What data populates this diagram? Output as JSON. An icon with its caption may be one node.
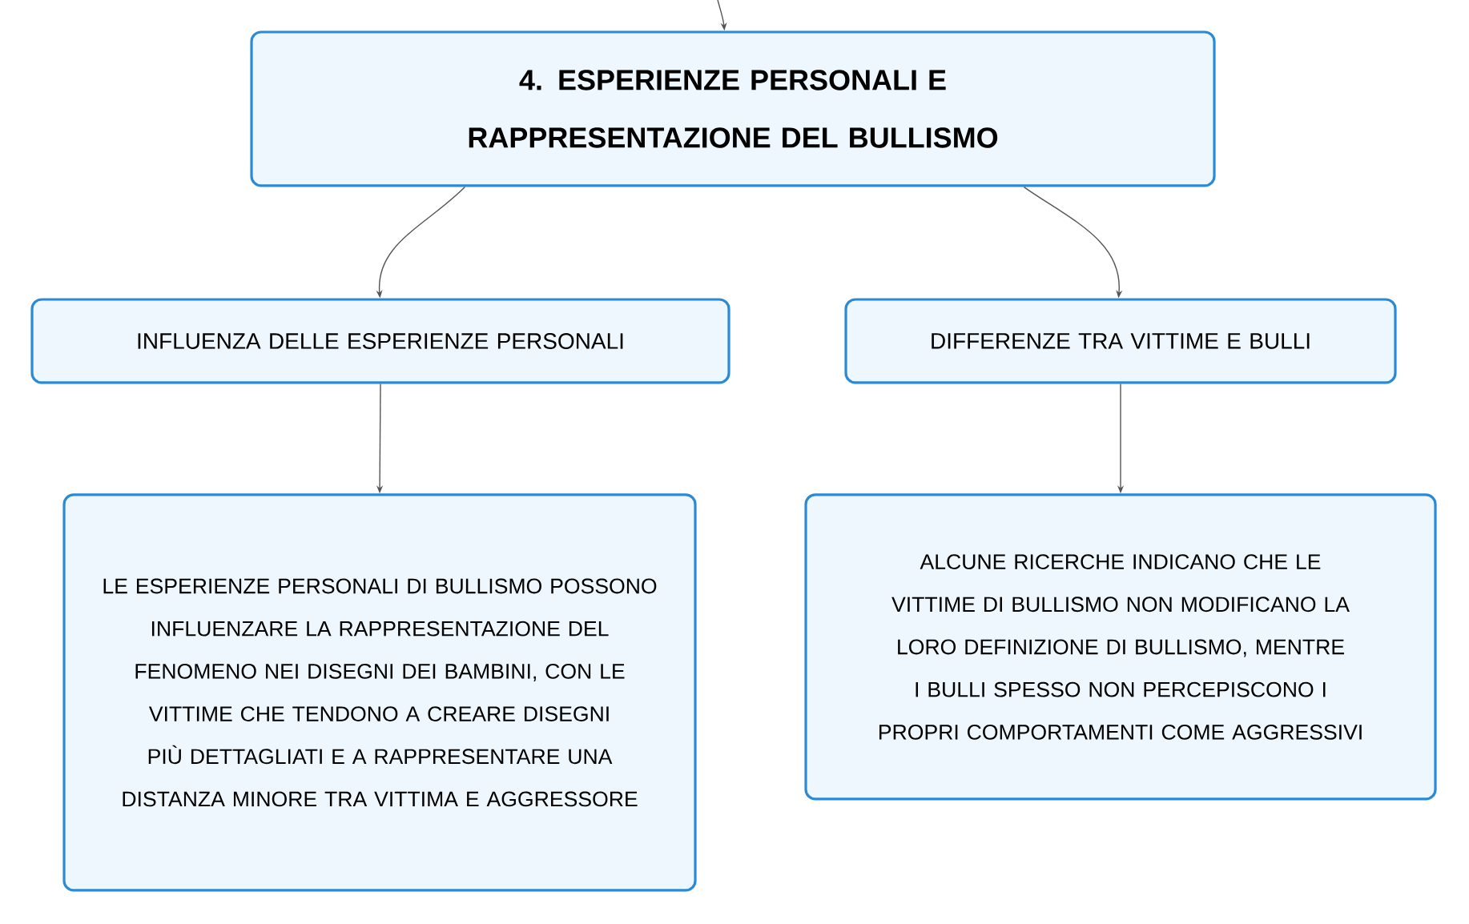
{
  "diagram": {
    "nodes": [
      {
        "text": [
          "4. ESPERIENZE PERSONALI E RAPPRESENTAZIONE DEL BULLISMO"
        ]
      },
      {
        "text": [
          "INFLUENZA DELLE ESPERIENZE PERSONALI"
        ]
      },
      {
        "text": [
          "DIFFERENZE TRA VITTIME E BULLI"
        ]
      },
      {
        "text": [
          "LE ESPERIENZE PERSONALI DI BULLISMO POSSONO INFLUENZARE LA RAPPRESENTAZIONE DEL FENOMENO NEI DISEGNI DEI BAMBINI, CON LE VITTIME CHE TENDONO A CREARE DISEGNI PIÙ DETTAGLIATI E A RAPPRESENTARE UNA DISTANZA MINORE TRA VITTIMA E AGGRESSORE"
        ]
      },
      {
        "text": [
          "ALCUNE RICERCHE INDICANO CHE LE VITTIME DI BULLISMO NON MODIFICANO LA LORO DEFINIZIONE DI BULLISMO, MENTRE I BULLI SPESSO NON PERCEPISCONO I PROPRI COMPORTAMENTI COME AGGRESSIVI"
        ]
      }
    ],
    "edges": [
      {
        "from": null,
        "to": 0,
        "arrow": "to"
      },
      {
        "from": 0,
        "to": 1,
        "arrow": "to"
      },
      {
        "from": 0,
        "to": 2,
        "arrow": "to"
      },
      {
        "from": 1,
        "to": 3,
        "arrow": "to"
      },
      {
        "from": 2,
        "to": 4,
        "arrow": "to"
      }
    ]
  }
}
